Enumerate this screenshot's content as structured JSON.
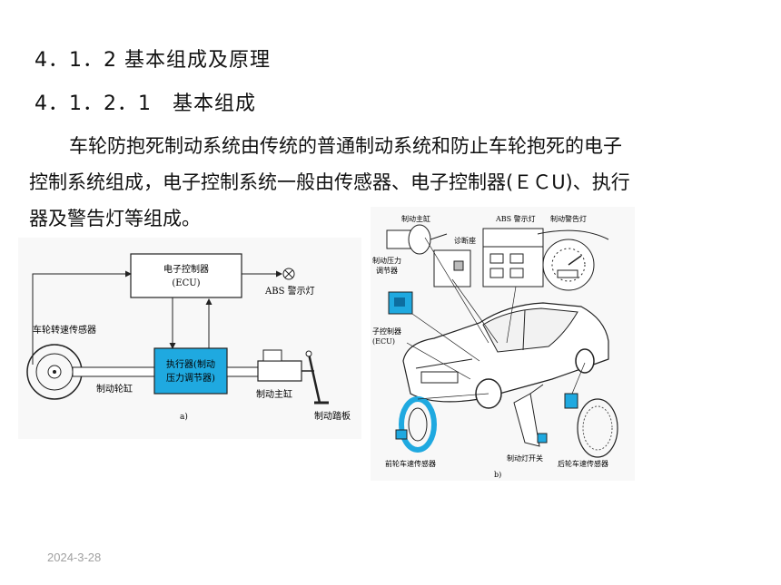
{
  "heading1": "4．1．2 基本组成及原理",
  "heading2": "4．1．2．1　基本组成",
  "paragraph": {
    "line1": "车轮防抱死制动系统由传统的普通制动系统和防止车轮抱死的电子",
    "line2": "控制系统组成，电子控制系统一般由传感器、电子控制器(ＥＣU)、执行",
    "line3": "器及警告灯等组成。"
  },
  "figure_a": {
    "ecu_label": "电子控制器",
    "ecu_sub": "(ECU)",
    "abs_lamp": "ABS 警示灯",
    "wheel_sensor": "车轮转速传感器",
    "actuator_line1": "执行器(制动",
    "actuator_line2": "压力调节器)",
    "wheel_cylinder": "制动轮缸",
    "master_cylinder": "制动主缸",
    "brake_pedal": "制动踏板",
    "caption": "a)",
    "actuator_color": "#1fa9e0"
  },
  "figure_b": {
    "master_cylinder": "制动主缸",
    "diag_port": "诊断座",
    "abs_lamp": "ABS 警示灯",
    "brake_lamp": "制动警告灯",
    "regulator_line1": "制动压力",
    "regulator_line2": "调节器",
    "ecu_line1": "子控制器",
    "ecu_line2": "(ECU)",
    "front_sensor": "前轮车速传感器",
    "brake_switch": "制动灯开关",
    "rear_sensor": "后轮车速传感器",
    "caption": "b)",
    "accent_color": "#1fa9e0"
  },
  "date": "2024-3-28"
}
